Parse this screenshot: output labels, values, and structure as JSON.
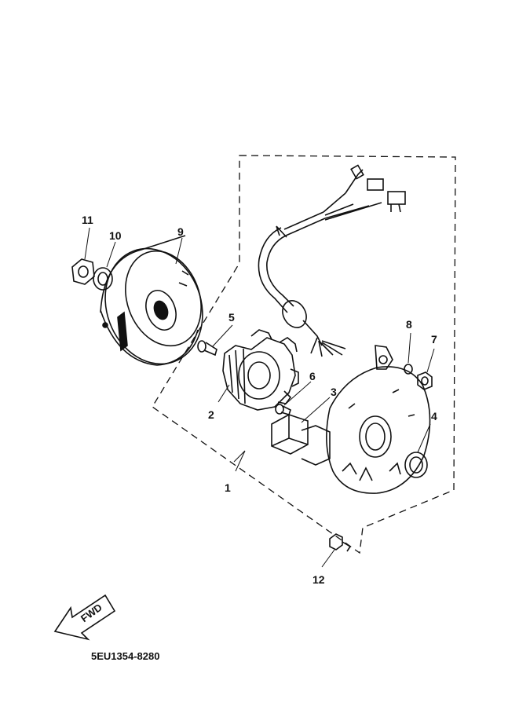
{
  "diagram": {
    "callouts": [
      {
        "id": "1",
        "label": "1"
      },
      {
        "id": "2",
        "label": "2"
      },
      {
        "id": "3",
        "label": "3"
      },
      {
        "id": "4",
        "label": "4"
      },
      {
        "id": "5",
        "label": "5"
      },
      {
        "id": "6",
        "label": "6"
      },
      {
        "id": "7",
        "label": "7"
      },
      {
        "id": "8",
        "label": "8"
      },
      {
        "id": "9",
        "label": "9"
      },
      {
        "id": "10",
        "label": "10"
      },
      {
        "id": "11",
        "label": "11"
      },
      {
        "id": "12",
        "label": "12"
      }
    ],
    "fwd_label": "FWD",
    "diagram_code": "5EU1354-8280"
  }
}
